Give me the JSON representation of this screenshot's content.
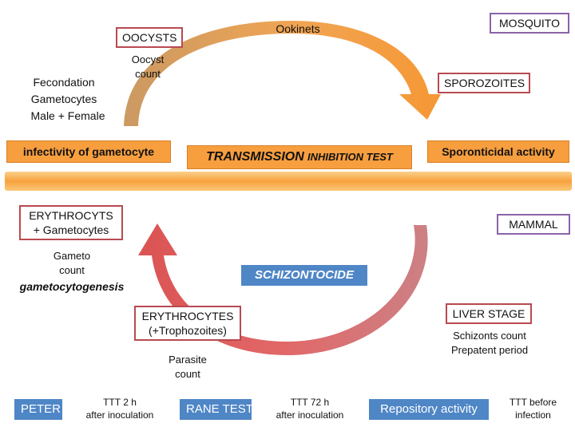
{
  "stages": {
    "oocysts": "OOCYSTS",
    "sporozoites": "SPOROZOITES",
    "mosquito": "MOSQUITO",
    "mammal": "MAMMAL",
    "erythrocyts_line1": "ERYTHROCYTS",
    "erythrocyts_line2": "+ Gametocytes",
    "erythrocytes_line1": "ERYTHROCYTES",
    "erythrocytes_line2": "(+Trophozoites)",
    "liver_stage": "LIVER STAGE"
  },
  "labels": {
    "ookinets": "Ookinets",
    "oocyst_count_1": "Oocyst",
    "oocyst_count_2": "count",
    "fecondation": "Fecondation",
    "gametocytes": "Gametocytes",
    "male_female": "Male + Female",
    "gameto_1": "Gameto",
    "gameto_2": "count",
    "gametocytogenesis": "gametocytogenesis",
    "parasite_1": "Parasite",
    "parasite_2": "count",
    "schizonts_count": "Schizonts count",
    "prepatent_period": "Prepatent period"
  },
  "activities": {
    "infectivity": "infectivity of gametocyte",
    "transmission_main": "TRANSMISSION",
    "transmission_rest": "INHIBITION TEST",
    "sporonticidal": "Sporonticidal activity",
    "schizontocide": "SCHIZONTOCIDE"
  },
  "tests": [
    {
      "name": "PETER",
      "note1": "TTT 2 h",
      "note2": "after inoculation"
    },
    {
      "name": "RANE TEST",
      "note1": "TTT 72 h",
      "note2": "after inoculation"
    },
    {
      "name": "Repository activity",
      "note1": "TTT before",
      "note2": "infection"
    }
  ],
  "colors": {
    "orange": "#f79e3f",
    "arrow_orange": "#f5922a",
    "arrow_tan": "#c8945a",
    "arrow_red": "#d94a4a",
    "arrow_pink": "#c97a7e",
    "blue": "#4f86c6",
    "red_border": "#b84a50",
    "purple_border": "#8a63a8"
  }
}
